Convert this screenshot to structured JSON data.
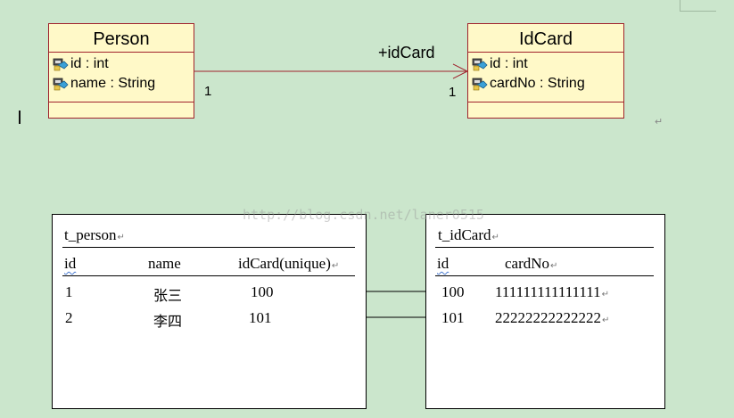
{
  "uml": {
    "person": {
      "name": "Person",
      "attributes": [
        {
          "text": "id : int",
          "icon": "private-attribute-icon"
        },
        {
          "text": "name : String",
          "icon": "private-attribute-icon"
        }
      ]
    },
    "idcard": {
      "name": "IdCard",
      "attributes": [
        {
          "text": "id : int",
          "icon": "private-attribute-icon"
        },
        {
          "text": "cardNo : String",
          "icon": "private-attribute-icon"
        }
      ]
    },
    "association": {
      "role": "+idCard",
      "source_multiplicity": "1",
      "target_multiplicity": "1"
    }
  },
  "watermark": "http://blog.csdn.net/laner0515",
  "tables": {
    "t_person": {
      "title": "t_person",
      "headers": [
        "id",
        "name",
        "idCard(unique)"
      ],
      "rows": [
        [
          "1",
          "张三",
          "100"
        ],
        [
          "2",
          "李四",
          "101"
        ]
      ]
    },
    "t_idcard": {
      "title": "t_idCard",
      "headers": [
        "id",
        "cardNo"
      ],
      "rows": [
        [
          "100",
          "111111111111111"
        ],
        [
          "101",
          "22222222222222"
        ]
      ]
    }
  },
  "colors": {
    "background": "#cbe6cc",
    "class_fill": "#fff9c8",
    "class_border": "#a0222c",
    "association_line": "#a0222c"
  }
}
